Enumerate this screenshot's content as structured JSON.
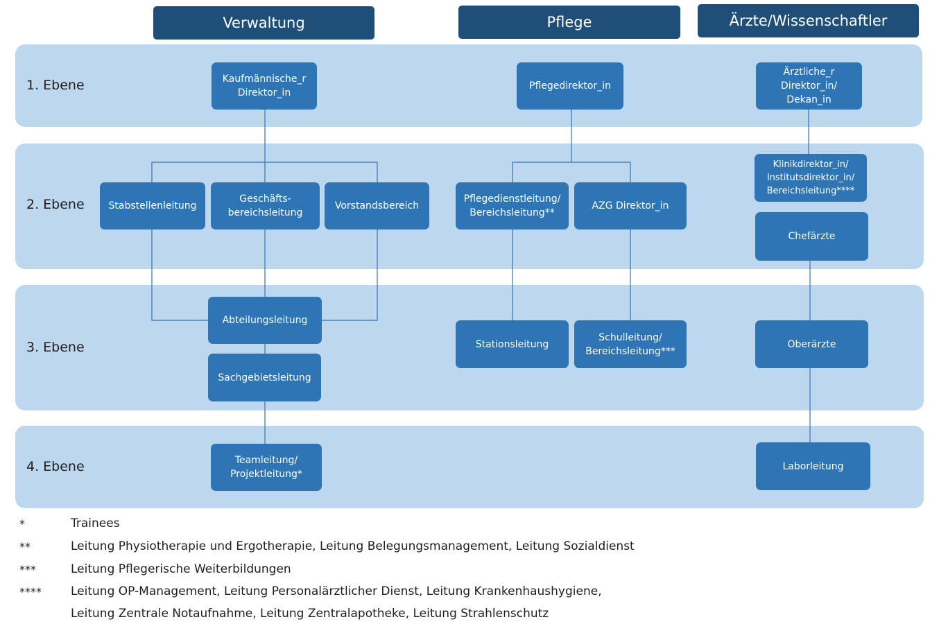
{
  "columns": {
    "verwaltung": "Verwaltung",
    "pflege": "Pflege",
    "aerzte": "Ärzte/Wissenschaftler"
  },
  "levels": {
    "l1": "1. Ebene",
    "l2": "2. Ebene",
    "l3": "3. Ebene",
    "l4": "4. Ebene"
  },
  "nodes": {
    "kaufmaennisch": "Kaufmännische_r\nDirektor_in",
    "pflegedirektor": "Pflegedirektor_in",
    "aerztlich": "Ärztliche_r\nDirektor_in/\nDekan_in",
    "stabstellen": "Stabstellenleitung",
    "geschaefts": "Geschäfts-\nbereichsleitung",
    "vorstand": "Vorstandsbereich",
    "pflegedienst": "Pflegedienstleitung/\nBereichsleitung**",
    "azg": "AZG Direktor_in",
    "klinikdirektor": "Klinikdirektor_in/\nInstitutsdirektor_in/\nBereichsleitung****",
    "chefaerzte": "Chefärzte",
    "abteilung": "Abteilungsleitung",
    "sachgebiet": "Sachgebietsleitung",
    "station": "Stationsleitung",
    "schul": "Schulleitung/\nBereichsleitung***",
    "oberaerzte": "Oberärzte",
    "team": "Teamleitung/\nProjektleitung*",
    "labor": "Laborleitung"
  },
  "footnotes": [
    {
      "mark": "*",
      "text": "Trainees"
    },
    {
      "mark": "**",
      "text": "Leitung Physiotherapie und Ergotherapie, Leitung Belegungsmanagement, Leitung Sozialdienst"
    },
    {
      "mark": "***",
      "text": "Leitung Pflegerische Weiterbildungen"
    },
    {
      "mark": "****",
      "text": "Leitung OP-Management, Leitung Personalärztlicher Dienst, Leitung Krankenhaushygiene,"
    },
    {
      "mark": "",
      "text": "Leitung Zentrale Notaufnahme, Leitung Zentralapotheke, Leitung Strahlenschutz"
    }
  ],
  "colors": {
    "header": "#1f4e79",
    "node": "#2e75b6",
    "band": "#bdd7ee",
    "line": "#2e75b6"
  }
}
